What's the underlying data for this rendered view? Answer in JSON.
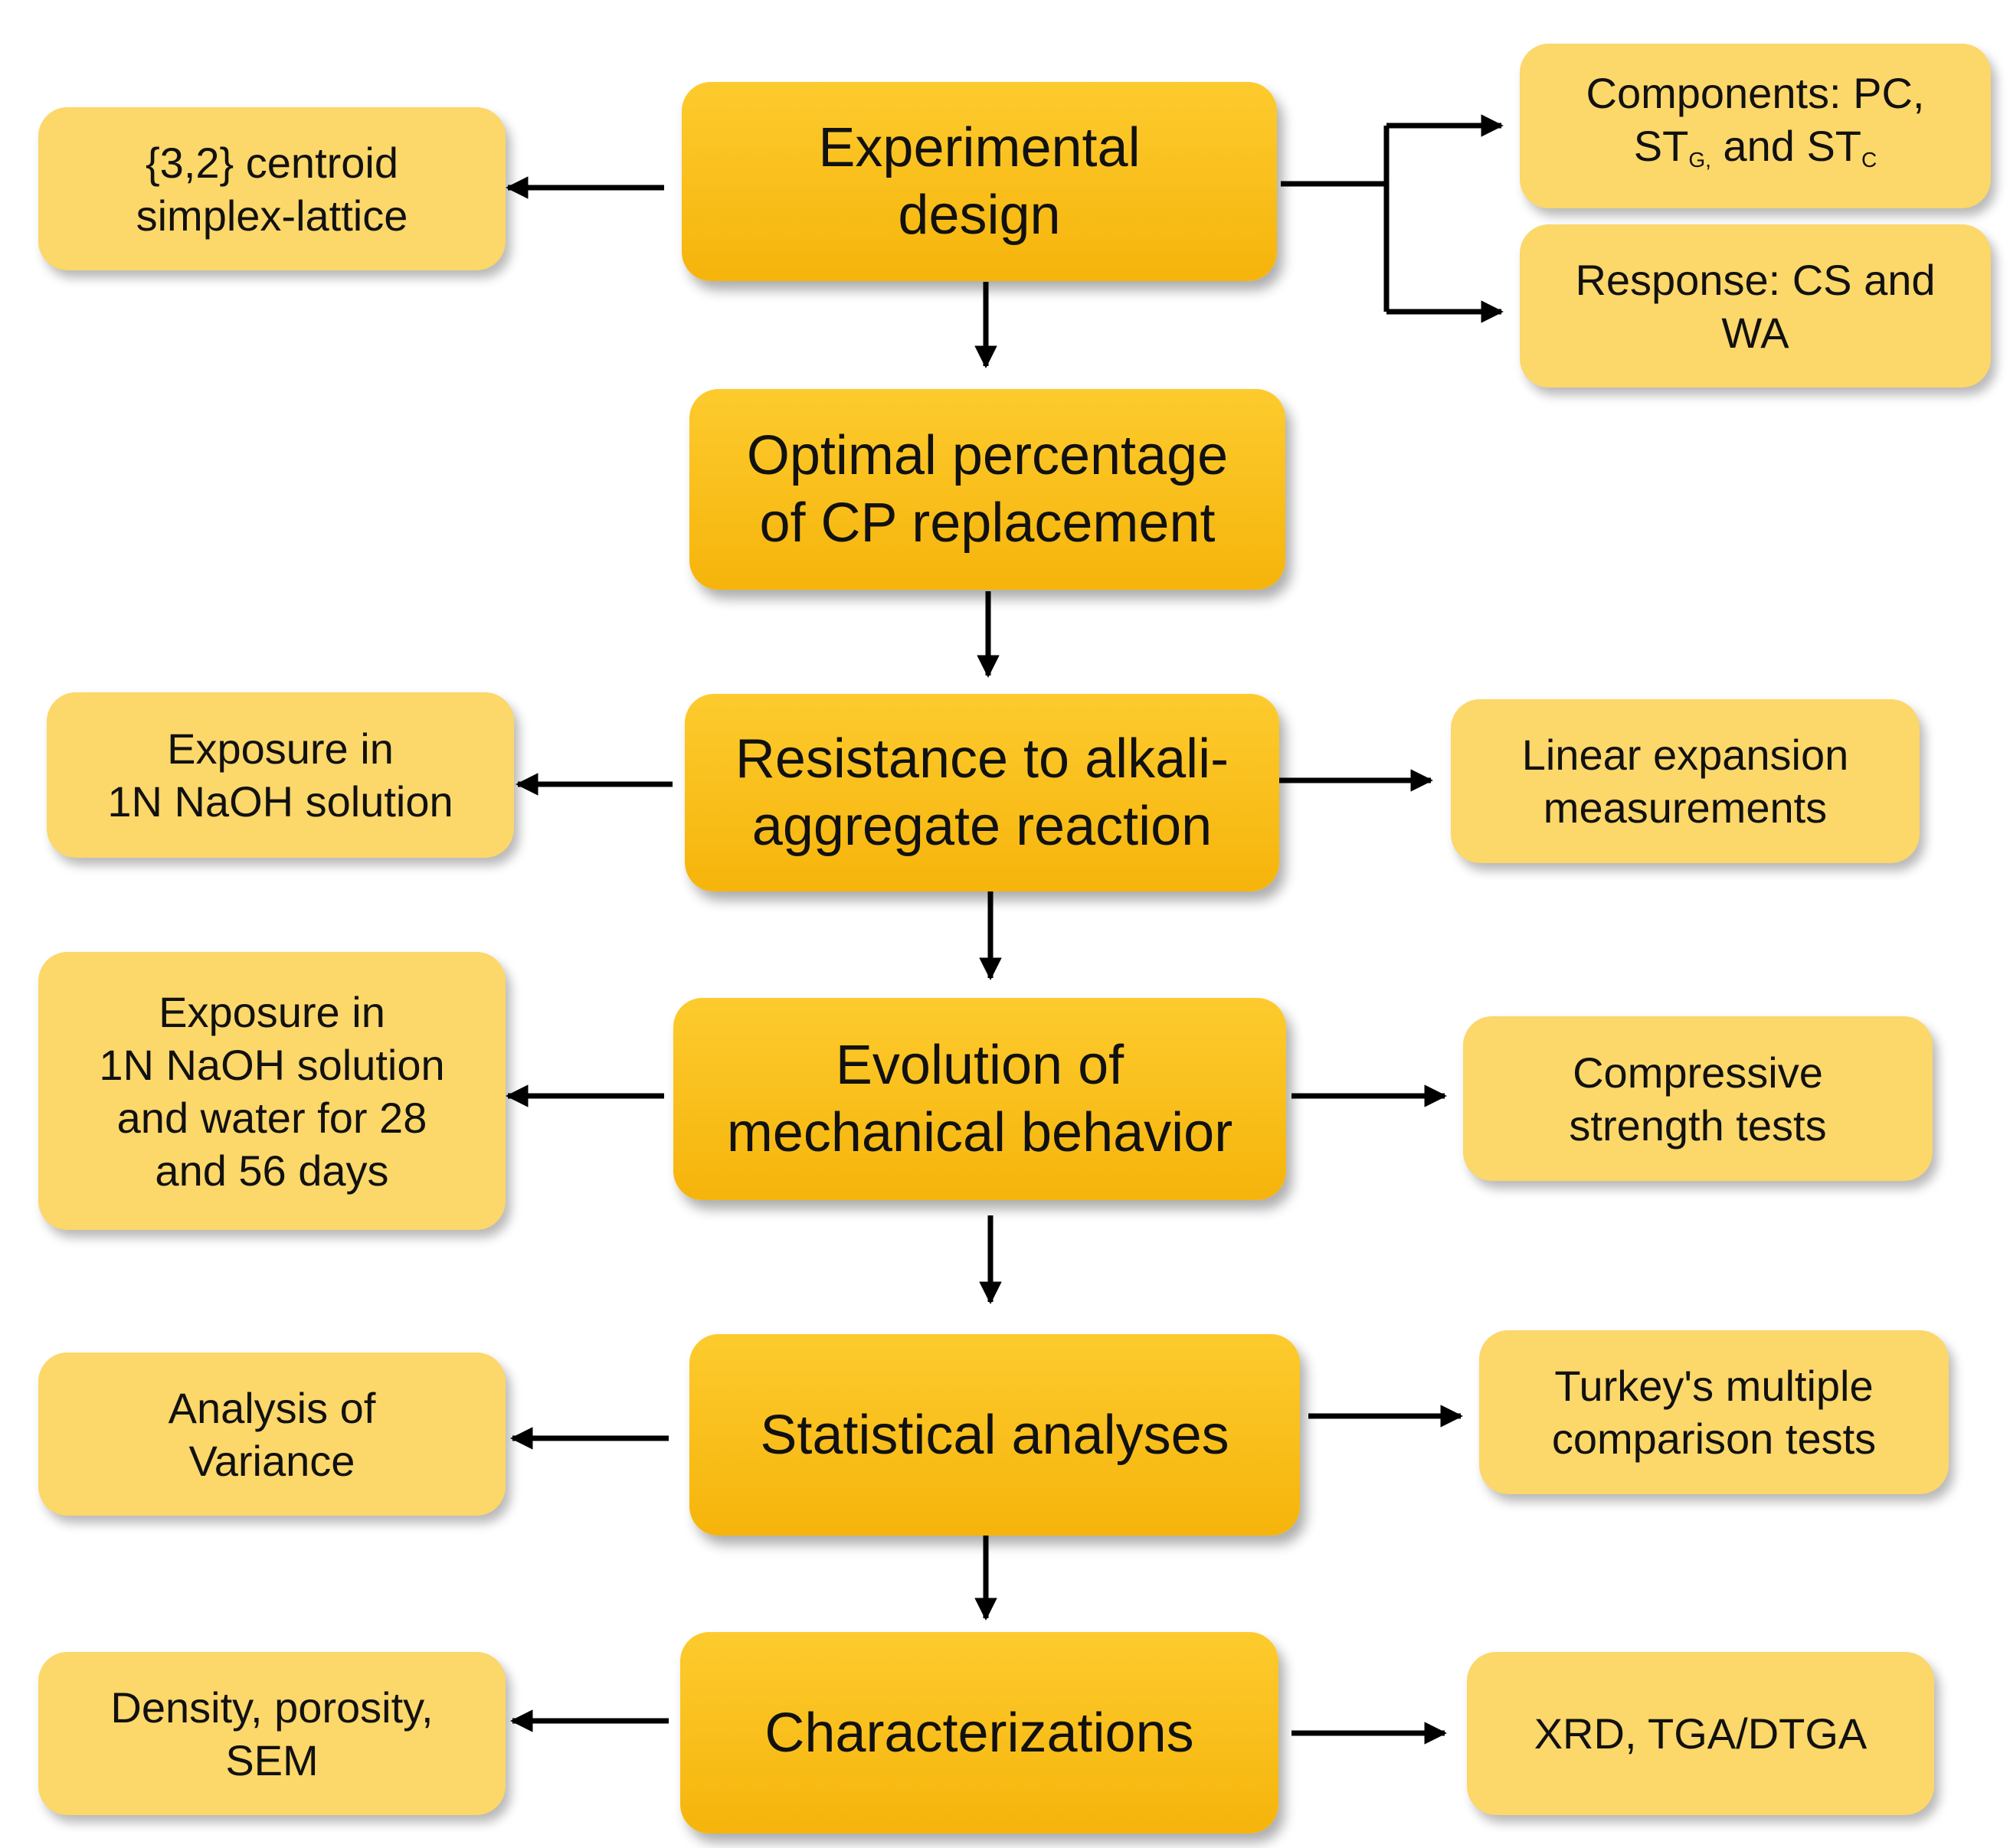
{
  "main_steps": [
    "Experimental\ndesign",
    "Optimal percentage\nof CP replacement",
    "Resistance to alkali-\naggregate reaction",
    "Evolution of\nmechanical  behavior",
    "Statistical analyses",
    "Characterizations"
  ],
  "left_notes": [
    "{3,2} centroid\nsimplex-lattice",
    "Exposure in\n1N NaOH solution",
    "Exposure in\n1N NaOH solution\nand water for 28\nand 56 days",
    "Analysis of\nVariance",
    "Density, porosity,\nSEM"
  ],
  "right_notes": {
    "components": {
      "line1": "Components: PC,",
      "st1": "ST",
      "st1_sub": "G,",
      "and_text": " and ",
      "st2": "ST",
      "st2_sub": "C"
    },
    "response": "Response: CS and\nWA",
    "linear_expansion": "Linear expansion\nmeasurements",
    "compressive": "Compressive\nstrength tests",
    "turkey": "Turkey's multiple\ncomparison tests",
    "xrd": "XRD, TGA/DTGA"
  }
}
